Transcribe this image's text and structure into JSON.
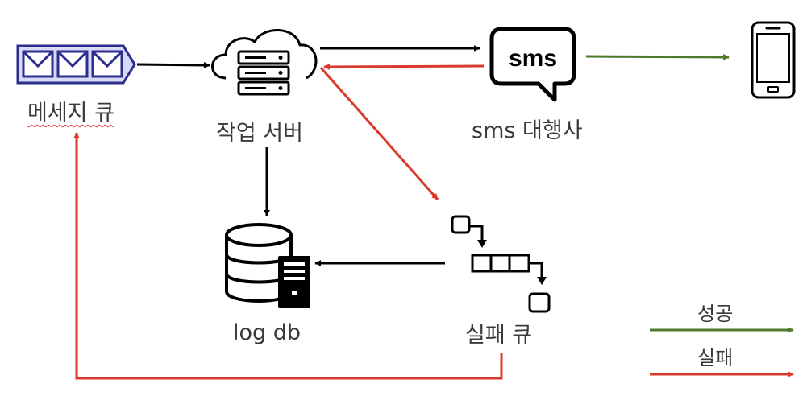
{
  "nodes": {
    "message_queue": {
      "label": "메세지 큐",
      "icon": "envelope-queue-icon"
    },
    "job_server": {
      "label": "작업 서버",
      "icon": "cloud-server-icon"
    },
    "sms_provider": {
      "label": "sms 대행사",
      "icon": "sms-bubble-icon",
      "bubble_text": "sms"
    },
    "phone": {
      "icon": "smartphone-icon"
    },
    "log_db": {
      "label": "log db",
      "icon": "database-server-icon"
    },
    "fail_queue": {
      "label": "실패 큐",
      "icon": "queue-flow-icon"
    }
  },
  "legend": {
    "success": {
      "label": "성공",
      "color": "#4e7a2f"
    },
    "failure": {
      "label": "실패",
      "color": "#d93a2b"
    }
  },
  "colors": {
    "neutral_arrow": "#000000",
    "success": "#4e7a2f",
    "failure": "#d93a2b",
    "queue_border": "#2b2d8f",
    "queue_fill": "#d8daf5"
  }
}
